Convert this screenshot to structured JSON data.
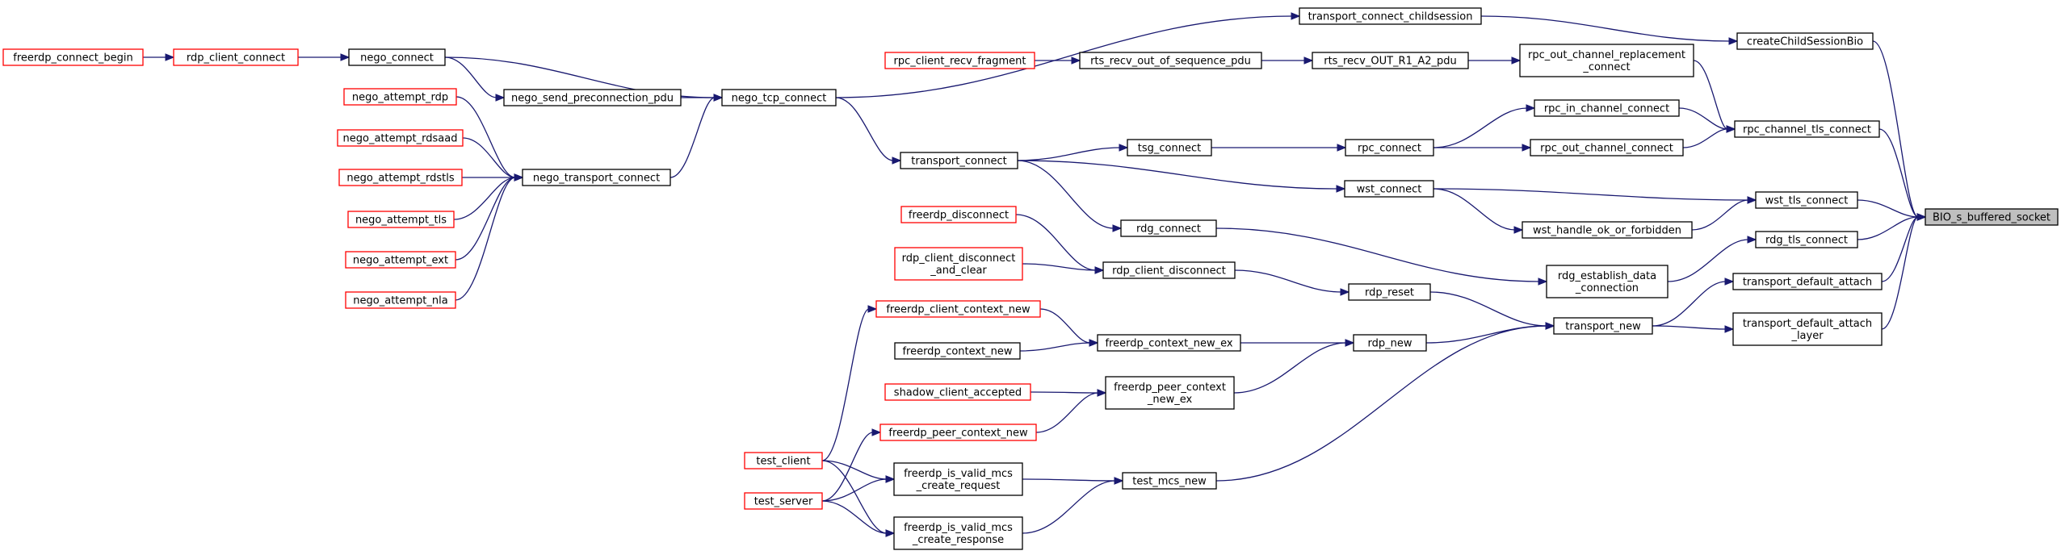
{
  "diagram": {
    "colors": {
      "edge": "#191970",
      "node_border_default": "#000000",
      "node_border_red": "#ff0000",
      "node_fill_default": "#ffffff",
      "node_fill_highlight": "#bfbfbf"
    },
    "nodes": [
      {
        "id": "freerdp_connect_begin",
        "lines": [
          "freerdp_connect_begin"
        ],
        "style": "red"
      },
      {
        "id": "rdp_client_connect",
        "lines": [
          "rdp_client_connect"
        ],
        "style": "red"
      },
      {
        "id": "nego_connect",
        "lines": [
          "nego_connect"
        ],
        "style": "normal"
      },
      {
        "id": "nego_attempt_rdp",
        "lines": [
          "nego_attempt_rdp"
        ],
        "style": "red"
      },
      {
        "id": "nego_attempt_rdsaad",
        "lines": [
          "nego_attempt_rdsaad"
        ],
        "style": "red"
      },
      {
        "id": "nego_attempt_rdstls",
        "lines": [
          "nego_attempt_rdstls"
        ],
        "style": "red"
      },
      {
        "id": "nego_attempt_tls",
        "lines": [
          "nego_attempt_tls"
        ],
        "style": "red"
      },
      {
        "id": "nego_attempt_ext",
        "lines": [
          "nego_attempt_ext"
        ],
        "style": "red"
      },
      {
        "id": "nego_attempt_nla",
        "lines": [
          "nego_attempt_nla"
        ],
        "style": "red"
      },
      {
        "id": "nego_send_preconnection_pdu",
        "lines": [
          "nego_send_preconnection_pdu"
        ],
        "style": "normal"
      },
      {
        "id": "nego_transport_connect",
        "lines": [
          "nego_transport_connect"
        ],
        "style": "normal"
      },
      {
        "id": "nego_tcp_connect",
        "lines": [
          "nego_tcp_connect"
        ],
        "style": "normal"
      },
      {
        "id": "test_client",
        "lines": [
          "test_client"
        ],
        "style": "red"
      },
      {
        "id": "test_server",
        "lines": [
          "test_server"
        ],
        "style": "red"
      },
      {
        "id": "freerdp_client_context_new",
        "lines": [
          "freerdp_client_context_new"
        ],
        "style": "red"
      },
      {
        "id": "freerdp_context_new",
        "lines": [
          "freerdp_context_new"
        ],
        "style": "normal"
      },
      {
        "id": "shadow_client_accepted",
        "lines": [
          "shadow_client_accepted"
        ],
        "style": "red"
      },
      {
        "id": "freerdp_peer_context_new",
        "lines": [
          "freerdp_peer_context_new"
        ],
        "style": "red"
      },
      {
        "id": "freerdp_is_valid_mcs_create_request",
        "lines": [
          "freerdp_is_valid_mcs",
          "_create_request"
        ],
        "style": "normal"
      },
      {
        "id": "freerdp_is_valid_mcs_create_response",
        "lines": [
          "freerdp_is_valid_mcs",
          "_create_response"
        ],
        "style": "normal"
      },
      {
        "id": "rpc_client_recv_fragment",
        "lines": [
          "rpc_client_recv_fragment"
        ],
        "style": "red"
      },
      {
        "id": "freerdp_disconnect",
        "lines": [
          "freerdp_disconnect"
        ],
        "style": "red"
      },
      {
        "id": "rdp_client_disconnect_and_clear",
        "lines": [
          "rdp_client_disconnect",
          "_and_clear"
        ],
        "style": "red"
      },
      {
        "id": "transport_connect",
        "lines": [
          "transport_connect"
        ],
        "style": "normal"
      },
      {
        "id": "rts_recv_out_of_sequence_pdu",
        "lines": [
          "rts_recv_out_of_sequence_pdu"
        ],
        "style": "normal"
      },
      {
        "id": "tsg_connect",
        "lines": [
          "tsg_connect"
        ],
        "style": "normal"
      },
      {
        "id": "rdg_connect",
        "lines": [
          "rdg_connect"
        ],
        "style": "normal"
      },
      {
        "id": "rdp_client_disconnect",
        "lines": [
          "rdp_client_disconnect"
        ],
        "style": "normal"
      },
      {
        "id": "freerdp_context_new_ex",
        "lines": [
          "freerdp_context_new_ex"
        ],
        "style": "normal"
      },
      {
        "id": "freerdp_peer_context_new_ex",
        "lines": [
          "freerdp_peer_context",
          "_new_ex"
        ],
        "style": "normal"
      },
      {
        "id": "test_mcs_new",
        "lines": [
          "test_mcs_new"
        ],
        "style": "normal"
      },
      {
        "id": "transport_connect_childsession",
        "lines": [
          "transport_connect_childsession"
        ],
        "style": "normal"
      },
      {
        "id": "rts_recv_OUT_R1_A2_pdu",
        "lines": [
          "rts_recv_OUT_R1_A2_pdu"
        ],
        "style": "normal"
      },
      {
        "id": "rpc_connect",
        "lines": [
          "rpc_connect"
        ],
        "style": "normal"
      },
      {
        "id": "wst_connect",
        "lines": [
          "wst_connect"
        ],
        "style": "normal"
      },
      {
        "id": "rdp_reset",
        "lines": [
          "rdp_reset"
        ],
        "style": "normal"
      },
      {
        "id": "rdp_new",
        "lines": [
          "rdp_new"
        ],
        "style": "normal"
      },
      {
        "id": "rpc_out_channel_replacement_connect",
        "lines": [
          "rpc_out_channel_replacement",
          "_connect"
        ],
        "style": "normal"
      },
      {
        "id": "rpc_in_channel_connect",
        "lines": [
          "rpc_in_channel_connect"
        ],
        "style": "normal"
      },
      {
        "id": "rpc_out_channel_connect",
        "lines": [
          "rpc_out_channel_connect"
        ],
        "style": "normal"
      },
      {
        "id": "wst_handle_ok_or_forbidden",
        "lines": [
          "wst_handle_ok_or_forbidden"
        ],
        "style": "normal"
      },
      {
        "id": "rdg_establish_data_connection",
        "lines": [
          "rdg_establish_data",
          "_connection"
        ],
        "style": "normal"
      },
      {
        "id": "transport_new",
        "lines": [
          "transport_new"
        ],
        "style": "normal"
      },
      {
        "id": "createChildSessionBio",
        "lines": [
          "createChildSessionBio"
        ],
        "style": "normal"
      },
      {
        "id": "rpc_channel_tls_connect",
        "lines": [
          "rpc_channel_tls_connect"
        ],
        "style": "normal"
      },
      {
        "id": "wst_tls_connect",
        "lines": [
          "wst_tls_connect"
        ],
        "style": "normal"
      },
      {
        "id": "rdg_tls_connect",
        "lines": [
          "rdg_tls_connect"
        ],
        "style": "normal"
      },
      {
        "id": "transport_default_attach",
        "lines": [
          "transport_default_attach"
        ],
        "style": "normal"
      },
      {
        "id": "transport_default_attach_layer",
        "lines": [
          "transport_default_attach",
          "_layer"
        ],
        "style": "normal"
      },
      {
        "id": "BIO_s_buffered_socket",
        "lines": [
          "BIO_s_buffered_socket"
        ],
        "style": "highlight"
      }
    ],
    "edges": [
      [
        "freerdp_connect_begin",
        "rdp_client_connect"
      ],
      [
        "rdp_client_connect",
        "nego_connect"
      ],
      [
        "nego_connect",
        "nego_send_preconnection_pdu"
      ],
      [
        "nego_connect",
        "nego_tcp_connect"
      ],
      [
        "nego_send_preconnection_pdu",
        "nego_tcp_connect"
      ],
      [
        "nego_attempt_rdp",
        "nego_transport_connect"
      ],
      [
        "nego_attempt_rdsaad",
        "nego_transport_connect"
      ],
      [
        "nego_attempt_rdstls",
        "nego_transport_connect"
      ],
      [
        "nego_attempt_tls",
        "nego_transport_connect"
      ],
      [
        "nego_attempt_ext",
        "nego_transport_connect"
      ],
      [
        "nego_attempt_nla",
        "nego_transport_connect"
      ],
      [
        "nego_transport_connect",
        "nego_tcp_connect"
      ],
      [
        "nego_tcp_connect",
        "transport_connect"
      ],
      [
        "nego_tcp_connect",
        "transport_connect_childsession"
      ],
      [
        "transport_connect_childsession",
        "createChildSessionBio"
      ],
      [
        "createChildSessionBio",
        "BIO_s_buffered_socket"
      ],
      [
        "rpc_client_recv_fragment",
        "rts_recv_out_of_sequence_pdu"
      ],
      [
        "rts_recv_out_of_sequence_pdu",
        "rts_recv_OUT_R1_A2_pdu"
      ],
      [
        "rts_recv_OUT_R1_A2_pdu",
        "rpc_out_channel_replacement_connect"
      ],
      [
        "rpc_out_channel_replacement_connect",
        "rpc_channel_tls_connect"
      ],
      [
        "transport_connect",
        "tsg_connect"
      ],
      [
        "tsg_connect",
        "rpc_connect"
      ],
      [
        "rpc_connect",
        "rpc_in_channel_connect"
      ],
      [
        "rpc_connect",
        "rpc_out_channel_connect"
      ],
      [
        "rpc_in_channel_connect",
        "rpc_channel_tls_connect"
      ],
      [
        "rpc_out_channel_connect",
        "rpc_channel_tls_connect"
      ],
      [
        "rpc_channel_tls_connect",
        "BIO_s_buffered_socket"
      ],
      [
        "transport_connect",
        "wst_connect"
      ],
      [
        "wst_connect",
        "wst_tls_connect"
      ],
      [
        "wst_connect",
        "wst_handle_ok_or_forbidden"
      ],
      [
        "wst_handle_ok_or_forbidden",
        "wst_tls_connect"
      ],
      [
        "wst_tls_connect",
        "BIO_s_buffered_socket"
      ],
      [
        "transport_connect",
        "rdg_connect"
      ],
      [
        "rdg_connect",
        "rdg_establish_data_connection"
      ],
      [
        "rdg_establish_data_connection",
        "rdg_tls_connect"
      ],
      [
        "rdg_tls_connect",
        "BIO_s_buffered_socket"
      ],
      [
        "freerdp_disconnect",
        "rdp_client_disconnect"
      ],
      [
        "rdp_client_disconnect_and_clear",
        "rdp_client_disconnect"
      ],
      [
        "rdp_client_disconnect",
        "rdp_reset"
      ],
      [
        "rdp_reset",
        "transport_new"
      ],
      [
        "freerdp_client_context_new",
        "freerdp_context_new_ex"
      ],
      [
        "freerdp_context_new",
        "freerdp_context_new_ex"
      ],
      [
        "freerdp_context_new_ex",
        "rdp_new"
      ],
      [
        "shadow_client_accepted",
        "freerdp_peer_context_new_ex"
      ],
      [
        "freerdp_peer_context_new",
        "freerdp_peer_context_new_ex"
      ],
      [
        "freerdp_peer_context_new_ex",
        "rdp_new"
      ],
      [
        "rdp_new",
        "transport_new"
      ],
      [
        "test_client",
        "freerdp_client_context_new"
      ],
      [
        "test_client",
        "freerdp_is_valid_mcs_create_request"
      ],
      [
        "test_client",
        "freerdp_is_valid_mcs_create_response"
      ],
      [
        "test_server",
        "freerdp_peer_context_new"
      ],
      [
        "test_server",
        "freerdp_is_valid_mcs_create_request"
      ],
      [
        "test_server",
        "freerdp_is_valid_mcs_create_response"
      ],
      [
        "freerdp_is_valid_mcs_create_request",
        "test_mcs_new"
      ],
      [
        "freerdp_is_valid_mcs_create_response",
        "test_mcs_new"
      ],
      [
        "test_mcs_new",
        "transport_new"
      ],
      [
        "transport_new",
        "transport_default_attach"
      ],
      [
        "transport_new",
        "transport_default_attach_layer"
      ],
      [
        "transport_default_attach",
        "BIO_s_buffered_socket"
      ],
      [
        "transport_default_attach_layer",
        "BIO_s_buffered_socket"
      ]
    ]
  }
}
